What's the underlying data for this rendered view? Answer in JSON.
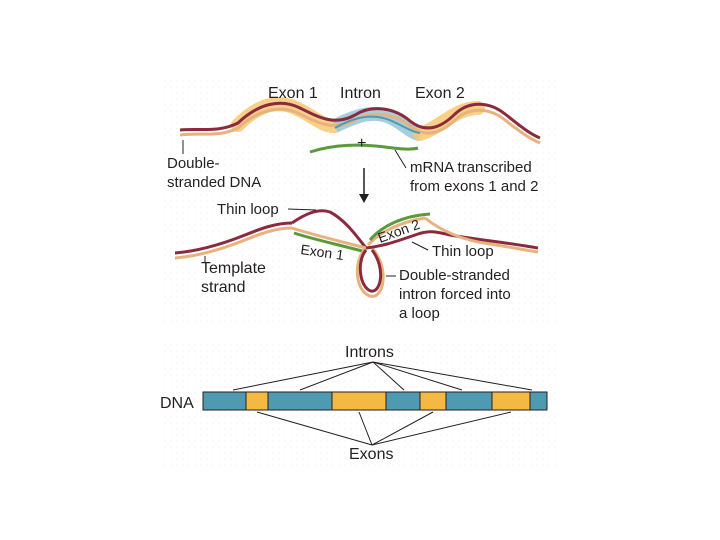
{
  "top_panel": {
    "label_exon1": "Exon 1",
    "label_intron": "Intron",
    "label_exon2": "Exon 2",
    "plus_sign": "+",
    "label_dsdna_line1": "Double-",
    "label_dsdna_line2": "stranded DNA",
    "label_mrna_line1": "mRNA transcribed",
    "label_mrna_line2": "from exons 1 and 2"
  },
  "middle_panel": {
    "label_thin_loop_left": "Thin loop",
    "label_exon1": "Exon 1",
    "label_exon2": "Exon 2",
    "label_thin_loop_right": "Thin loop",
    "label_template_line1": "Template",
    "label_template_line2": "strand",
    "label_intron_loop_line1": "Double-stranded",
    "label_intron_loop_line2": "intron forced into",
    "label_intron_loop_line3": "a loop"
  },
  "bottom_panel": {
    "label_introns": "Introns",
    "label_dna": "DNA",
    "label_exons": "Exons"
  },
  "colors": {
    "dna_red": "#8b2a3c",
    "dna_tan": "#e8b27e",
    "mrna_green": "#5a9a3c",
    "exon_highlight": "#f7c873",
    "intron_highlight": "#9cc9d9",
    "intron_blue": "#4f9ab0",
    "exon_yellow": "#f4b942"
  }
}
